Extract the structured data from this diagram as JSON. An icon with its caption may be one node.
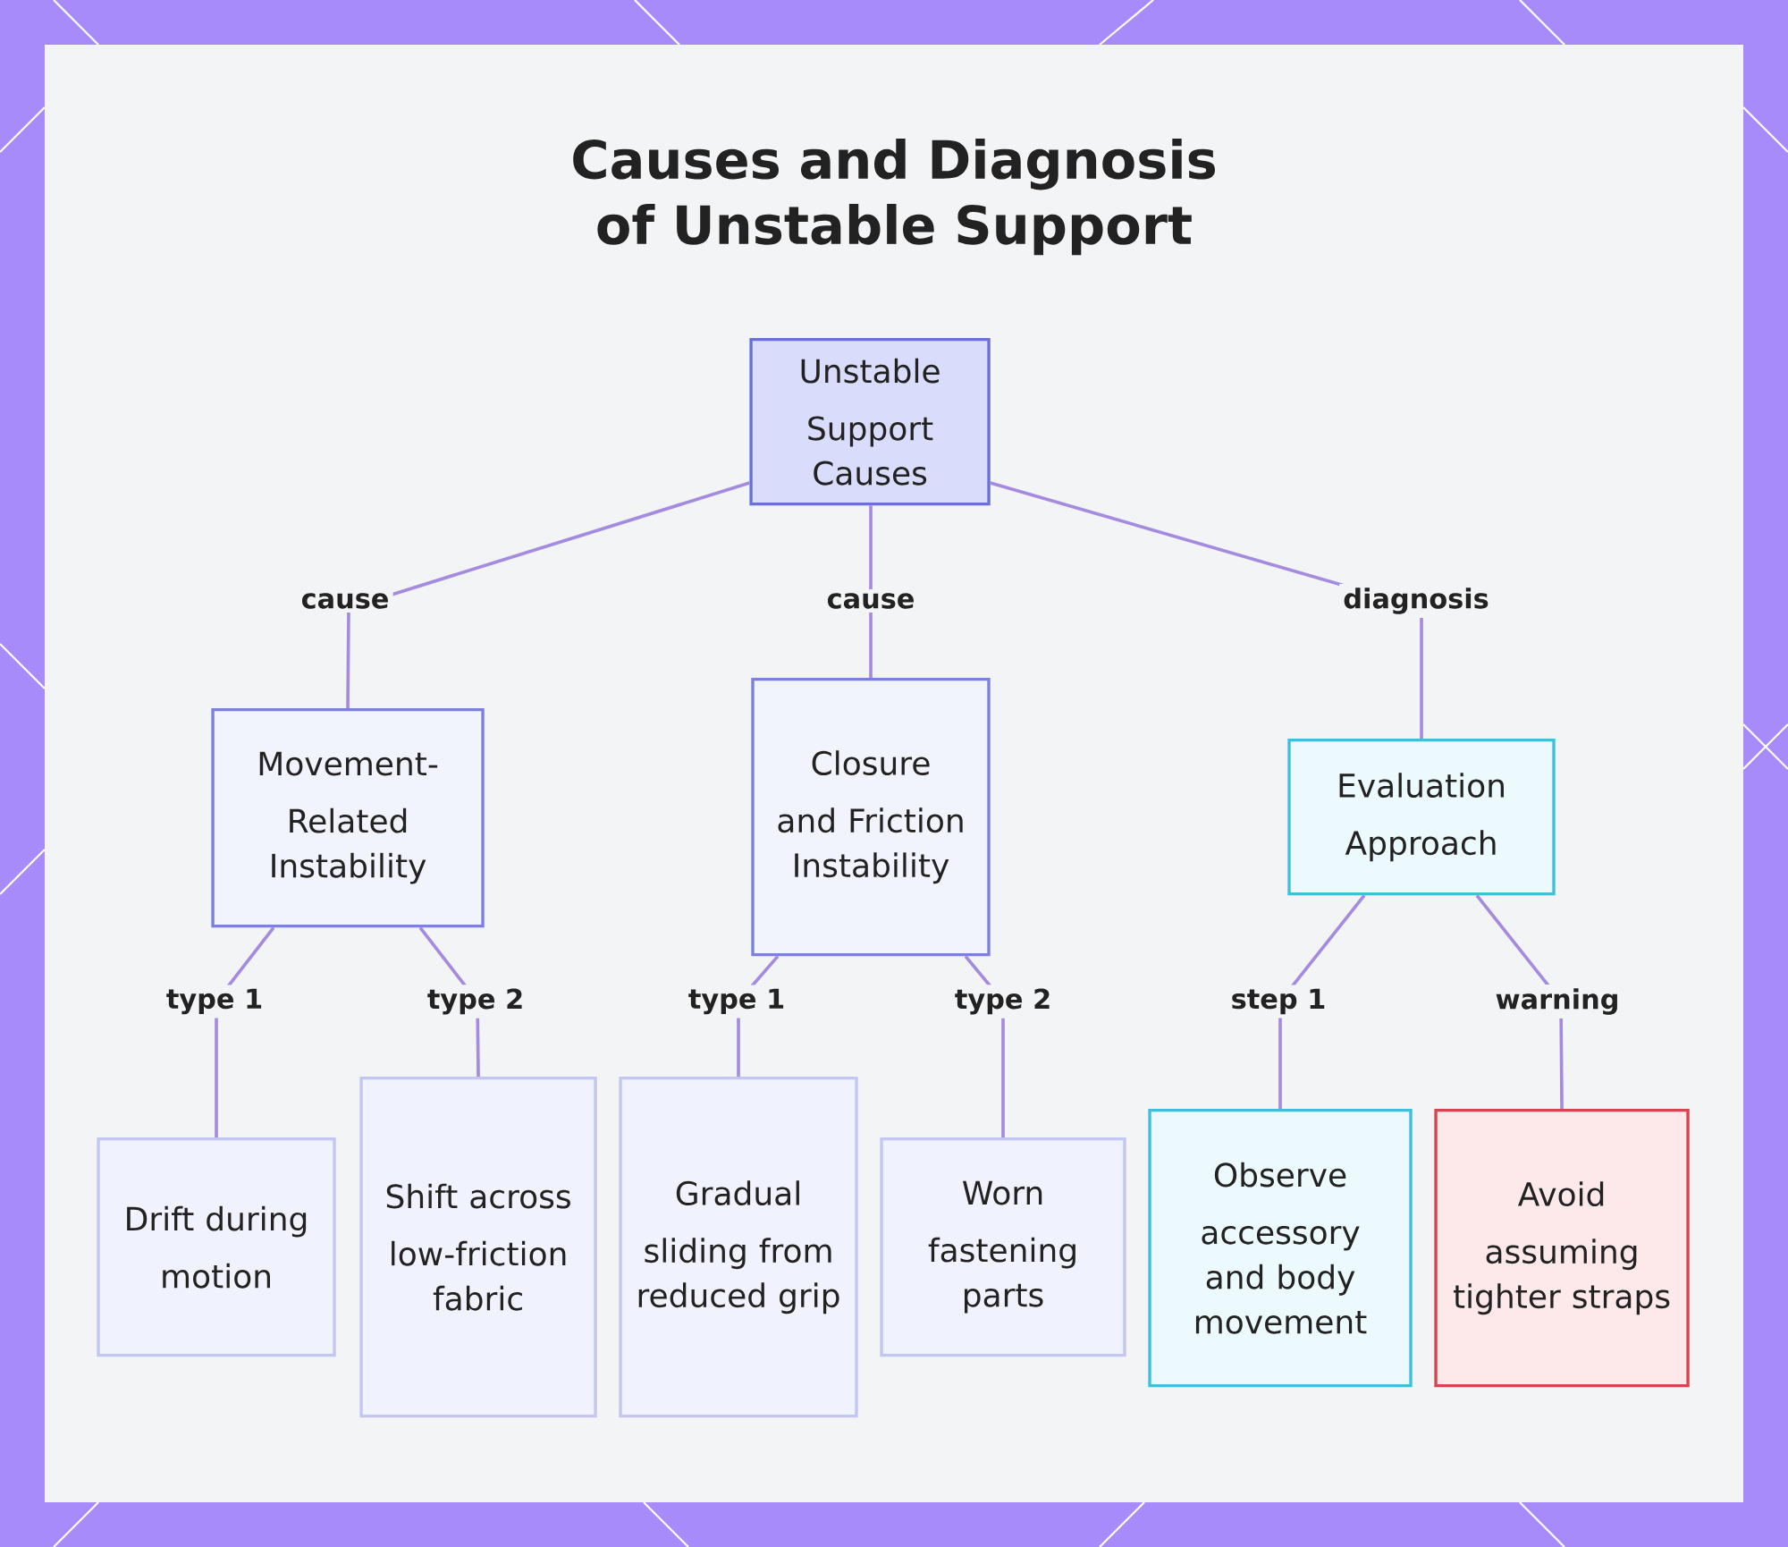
{
  "diagram": {
    "title": "Causes and Diagnosis of Unstable Support",
    "nodes": [
      {
        "text": [
          "Unstable Support Causes"
        ]
      },
      {
        "text": [
          "Movement-Related Instability"
        ]
      },
      {
        "text": [
          "Closure and Friction Instability"
        ]
      },
      {
        "text": [
          "Evaluation Approach"
        ]
      },
      {
        "text": [
          "Drift during motion"
        ]
      },
      {
        "text": [
          "Shift across low-friction fabric"
        ]
      },
      {
        "text": [
          "Gradual sliding from reduced grip"
        ]
      },
      {
        "text": [
          "Worn fastening parts"
        ]
      },
      {
        "text": [
          "Observe accessory and body movement"
        ]
      },
      {
        "text": [
          "Avoid assuming tighter straps"
        ]
      }
    ],
    "edges": [
      {
        "from": 0,
        "to": 1,
        "arrow": "none",
        "label": "cause"
      },
      {
        "from": 0,
        "to": 2,
        "arrow": "none",
        "label": "cause"
      },
      {
        "from": 0,
        "to": 3,
        "arrow": "none",
        "label": "diagnosis"
      },
      {
        "from": 1,
        "to": 4,
        "arrow": "none",
        "label": "type 1"
      },
      {
        "from": 1,
        "to": 5,
        "arrow": "none",
        "label": "type 2"
      },
      {
        "from": 2,
        "to": 6,
        "arrow": "none",
        "label": "type 1"
      },
      {
        "from": 2,
        "to": 7,
        "arrow": "none",
        "label": "type 2"
      },
      {
        "from": 3,
        "to": 8,
        "arrow": "none",
        "label": "step 1"
      },
      {
        "from": 3,
        "to": 9,
        "arrow": "none",
        "label": "warning"
      }
    ]
  }
}
